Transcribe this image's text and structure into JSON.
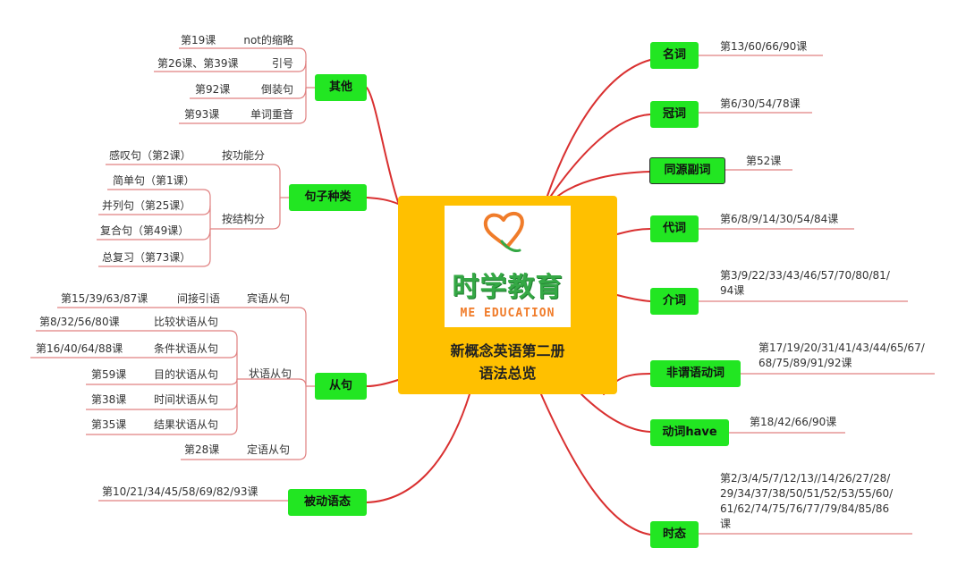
{
  "center": {
    "logo_cn": "时学教育",
    "logo_en": "ME EDUCATION",
    "title_line1": "新概念英语第二册",
    "title_line2": "语法总览"
  },
  "right": [
    {
      "label": "名词",
      "leaf": [
        "第13/60/66/90课"
      ]
    },
    {
      "label": "冠词",
      "leaf": [
        "第6/30/54/78课"
      ]
    },
    {
      "label": "同源副词",
      "leaf": [
        "第52课"
      ]
    },
    {
      "label": "代词",
      "leaf": [
        "第6/8/9/14/30/54/84课"
      ]
    },
    {
      "label": "介词",
      "leaf": [
        "第3/9/22/33/43/46/57/70/80/81/",
        "94课"
      ]
    },
    {
      "label": "非谓语动词",
      "leaf": [
        "第17/19/20/31/41/43/44/65/67/",
        "68/75/89/91/92课"
      ]
    },
    {
      "label": "动词have",
      "leaf": [
        "第18/42/66/90课"
      ]
    },
    {
      "label": "时态",
      "leaf": [
        "第2/3/4/5/7/12/13//14/26/27/28/",
        "29/34/37/38/50/51/52/53/55/60/",
        "61/62/74/75/76/77/79/84/85/86",
        "课"
      ]
    }
  ],
  "left": {
    "other": {
      "label": "其他",
      "items": [
        {
          "lesson": "第19课",
          "topic": "not的缩略"
        },
        {
          "lesson": "第26课、第39课",
          "topic": "引号"
        },
        {
          "lesson": "第92课",
          "topic": "倒装句"
        },
        {
          "lesson": "第93课",
          "topic": "单词重音"
        }
      ]
    },
    "sentence": {
      "label": "句子种类",
      "by_function": {
        "label": "按功能分",
        "items": [
          "感叹句（第2课）"
        ]
      },
      "by_structure": {
        "label": "按结构分",
        "items": [
          "简单句（第1课）",
          "并列句（第25课）",
          "复合句（第49课）",
          "总复习（第73课）"
        ]
      }
    },
    "clause": {
      "label": "从句",
      "object": {
        "label": "宾语从句",
        "lesson": "第15/39/63/87课",
        "topic": "间接引语"
      },
      "adverbial": {
        "label": "状语从句",
        "items": [
          {
            "lesson": "第8/32/56/80课",
            "topic": "比较状语从句"
          },
          {
            "lesson": "第16/40/64/88课",
            "topic": "条件状语从句"
          },
          {
            "lesson": "第59课",
            "topic": "目的状语从句"
          },
          {
            "lesson": "第38课",
            "topic": "时间状语从句"
          },
          {
            "lesson": "第35课",
            "topic": "结果状语从句"
          }
        ]
      },
      "attributive": {
        "label": "定语从句",
        "lesson": "第28课"
      }
    },
    "passive": {
      "label": "被动语态",
      "leaf": "第10/21/34/45/58/69/82/93课"
    }
  },
  "colors": {
    "branch": "#d93030",
    "leaf_line": "#e08080",
    "node": "#22e622",
    "center": "#ffc000",
    "logo_green": "#35a845",
    "logo_orange": "#f07c2a"
  }
}
